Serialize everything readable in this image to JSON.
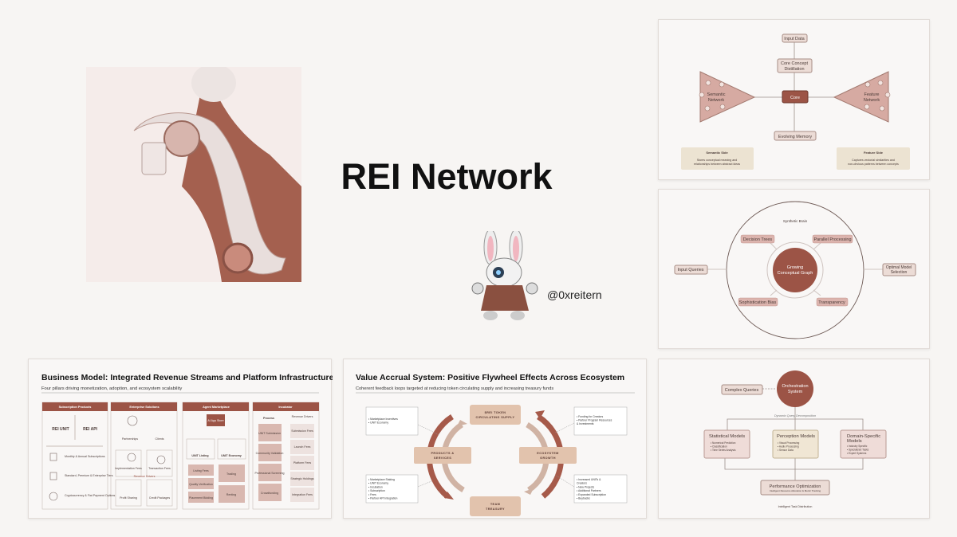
{
  "title": "REI Network",
  "handle": "@0xreitern",
  "colors": {
    "accent": "#9c5446",
    "pink": "#dbb3ad",
    "beige": "#ece3d2",
    "tan": "#e2c3ad",
    "bg": "#f7f5f3"
  },
  "core_panel": {
    "input": "Input Data",
    "distill1": "Core Concept",
    "distill2": "Distillation",
    "core": "Core",
    "memory": "Evolving Memory",
    "semantic1": "Semantic",
    "semantic2": "Network",
    "feature1": "Feature",
    "feature2": "Network",
    "semantic_side": {
      "title": "Semantic Side",
      "l1": "Stores conceptual meaning and",
      "l2": "relationships between abstract ideas"
    },
    "feature_side": {
      "title": "Feature Side",
      "l1": "Captures vectorial similarities and",
      "l2": "non-obvious patterns between concepts"
    }
  },
  "brain_panel": {
    "label": "Synthetic Brain",
    "center1": "Growing",
    "center2": "Conceptual Graph",
    "decision": "Decision Trees",
    "parallel": "Parallel Processing",
    "soph": "Sophistication Bias",
    "transp": "Transparency",
    "input": "Input Queries",
    "out1": "Optimal Model",
    "out2": "Selection"
  },
  "orch_panel": {
    "center1": "Orchestration",
    "center2": "System",
    "queries": "Complex Queries",
    "decomp": "Dynamic Query Decomposition",
    "stat": {
      "title": "Statistical Models",
      "items": [
        "• Numerical Prediction",
        "• Classification",
        "• Time Series Analysis"
      ]
    },
    "perc": {
      "title": "Perception Models",
      "items": [
        "• Visual Processing",
        "• Audio Processing",
        "• Sensor Data"
      ]
    },
    "domain": {
      "title1": "Domain-Specific",
      "title2": "Models",
      "items": [
        "• Industry Specific",
        "• Specialized Tasks",
        "• Expert Systems"
      ]
    },
    "perf": "Performance Optimization",
    "perf_sub": "Intelligent Resource Allocation & Metric Tracking",
    "footer": "Intelligent Task Distribution"
  },
  "business": {
    "title": "Business Model: Integrated Revenue Streams and Platform Infrastructure",
    "subtitle": "Four pillars driving monetization, adoption, and ecosystem scalability",
    "sub": {
      "header": "Subscription Products",
      "unit": "REI UNIT",
      "api": "REI API",
      "items": [
        "Monthly & Annual Subscriptions",
        "Standard, Premium & Enterprise Tiers",
        "Cryptocurrency & Fiat Payment Options"
      ]
    },
    "ent": {
      "header": "Enterprise Solutions",
      "partnerships": "Partnerships",
      "clients": "Clients",
      "drivers": "Revenue Drivers",
      "impl": "Implementation Fees",
      "trans": "Transaction Fees",
      "profit": "Profit Sharing",
      "credit": "Credit Packages"
    },
    "market": {
      "header": "Agent Marketplace",
      "store": "AI App Store",
      "listing": "UNIT Listing",
      "economy": "UNIT Economy",
      "left": [
        "Listing Fees",
        "Quality Verification",
        "Placement Bidding"
      ],
      "right": [
        "Trading",
        "Renting"
      ]
    },
    "incub": {
      "header": "Incubator",
      "process": "Process",
      "drivers": "Revenue Drivers",
      "steps": [
        "UNIT Submission",
        "Community Validation",
        "Professional Screening",
        "Crowdfunding"
      ],
      "fees": [
        "Submission Fees",
        "Launch Fees",
        "Platform Fees",
        "Strategic Holdings",
        "Integration Fees"
      ]
    }
  },
  "value": {
    "title": "Value Accrual System: Positive Flywheel Effects Across Ecosystem",
    "subtitle": "Coherent feedback loops targeted at reducing token circulating supply and increasing treasury funds",
    "token1": "$REI TOKEN",
    "token2": "CIRCULATING SUPPLY",
    "prod1": "PRODUCTS &",
    "prod2": "SERVICES",
    "eco1": "ECOSYSTEM",
    "eco2": "GROWTH",
    "team1": "TEAM",
    "team2": "TREASURY",
    "tl": [
      "• Marketplace Incentives",
      "• UNIT Economy"
    ],
    "tr": [
      "• Funding for Creators",
      "• Partner Program Resources",
      "  & Investments"
    ],
    "bl": [
      "• Marketplace Staking",
      "• UNIT Economy",
      "• Incubation",
      "• Subscription",
      "• Fees",
      "• Partner API Integration"
    ],
    "br": [
      "• Increased UNITs &",
      "  Creators",
      "• New Projects",
      "• Additional Partners",
      "• Expanded Subscription",
      "• Buybacks"
    ]
  }
}
